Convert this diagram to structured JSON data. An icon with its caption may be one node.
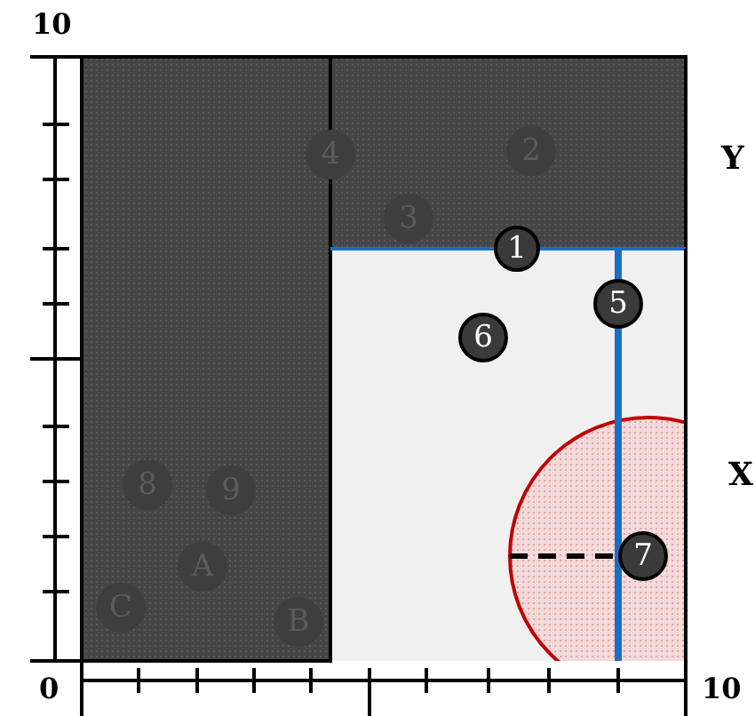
{
  "diagram": {
    "nodes": [
      {
        "text": [
          "4"
        ]
      },
      {
        "text": [
          "2"
        ]
      },
      {
        "text": [
          "3"
        ]
      },
      {
        "text": [
          "1"
        ]
      },
      {
        "text": [
          "5"
        ]
      },
      {
        "text": [
          "6"
        ]
      },
      {
        "text": [
          "8"
        ]
      },
      {
        "text": [
          "9"
        ]
      },
      {
        "text": [
          "7"
        ]
      },
      {
        "text": [
          "A"
        ]
      },
      {
        "text": [
          "C"
        ]
      },
      {
        "text": [
          "B"
        ]
      }
    ],
    "labels": [
      "10",
      "Y",
      "X",
      "0",
      "10"
    ]
  }
}
